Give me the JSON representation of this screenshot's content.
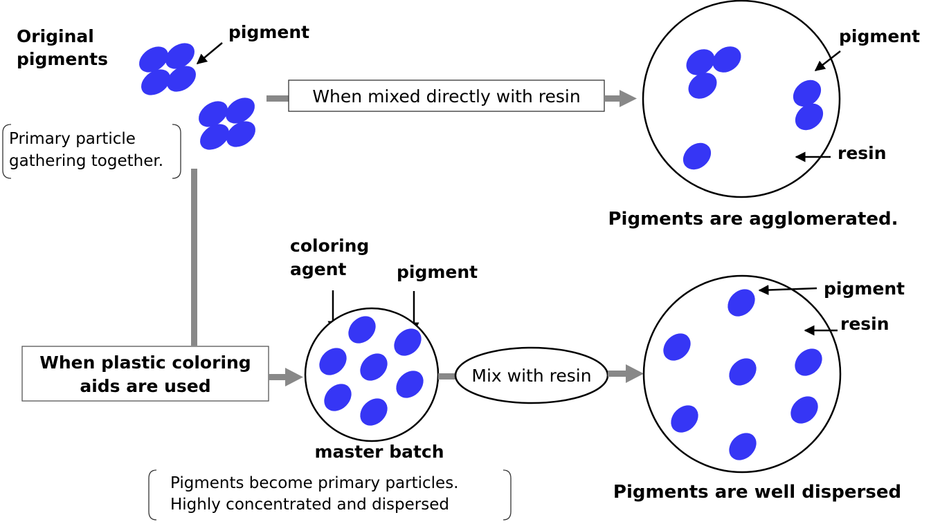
{
  "colors": {
    "pigment": "#3636f5",
    "connector": "#888888",
    "outline": "#000000",
    "background": "#ffffff"
  },
  "top_section": {
    "original_label_line1": "Original",
    "original_label_line2": "pigments",
    "pigment_label": "pigment",
    "note_line1": "Primary particle",
    "note_line2": "gathering together.",
    "process_box": "When mixed directly with resin",
    "result_circle": {
      "pigment_label": "pigment",
      "resin_label": "resin",
      "caption": "Pigments are agglomerated."
    }
  },
  "bottom_section": {
    "process_box_line1": "When plastic coloring",
    "process_box_line2": "aids are used",
    "coloring_agent_line1": "coloring",
    "coloring_agent_line2": "agent",
    "pigment_label": "pigment",
    "masterbatch_caption": "master batch",
    "mix_ellipse": "Mix with resin",
    "note_line1": "Pigments become primary particles.",
    "note_line2": "Highly concentrated and dispersed",
    "result_circle": {
      "pigment_label": "pigment",
      "resin_label": "resin",
      "caption": "Pigments are well dispersed"
    }
  }
}
